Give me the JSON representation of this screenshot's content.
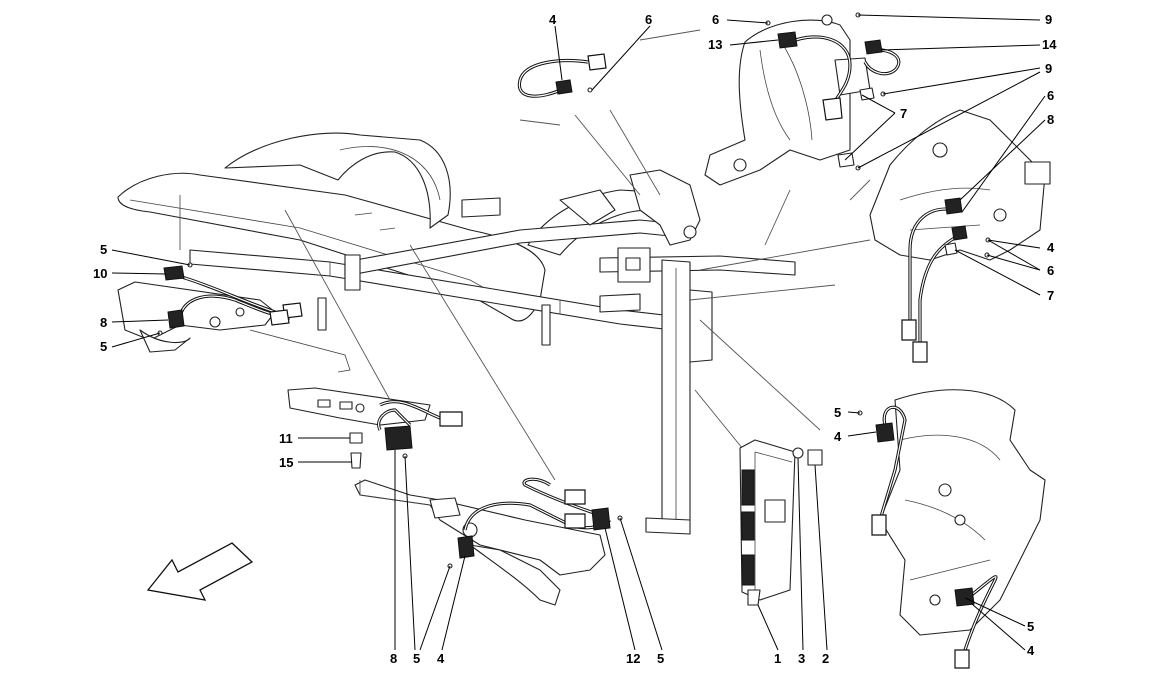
{
  "diagram": {
    "callouts": [
      {
        "id": "c1",
        "text": "4"
      },
      {
        "id": "c2",
        "text": "6"
      },
      {
        "id": "c3",
        "text": "6"
      },
      {
        "id": "c4",
        "text": "9"
      },
      {
        "id": "c5",
        "text": "13"
      },
      {
        "id": "c6",
        "text": "14"
      },
      {
        "id": "c7",
        "text": "9"
      },
      {
        "id": "c8",
        "text": "7"
      },
      {
        "id": "c9",
        "text": "6"
      },
      {
        "id": "c10",
        "text": "8"
      },
      {
        "id": "c11",
        "text": "4"
      },
      {
        "id": "c12",
        "text": "6"
      },
      {
        "id": "c13",
        "text": "7"
      },
      {
        "id": "c14",
        "text": "5"
      },
      {
        "id": "c15",
        "text": "10"
      },
      {
        "id": "c16",
        "text": "8"
      },
      {
        "id": "c17",
        "text": "5"
      },
      {
        "id": "c18",
        "text": "11"
      },
      {
        "id": "c19",
        "text": "15"
      },
      {
        "id": "c20",
        "text": "5"
      },
      {
        "id": "c21",
        "text": "4"
      },
      {
        "id": "c22",
        "text": "8"
      },
      {
        "id": "c23",
        "text": "5"
      },
      {
        "id": "c24",
        "text": "4"
      },
      {
        "id": "c25",
        "text": "12"
      },
      {
        "id": "c26",
        "text": "5"
      },
      {
        "id": "c27",
        "text": "1"
      },
      {
        "id": "c28",
        "text": "3"
      },
      {
        "id": "c29",
        "text": "2"
      },
      {
        "id": "c30",
        "text": "5"
      },
      {
        "id": "c31",
        "text": "4"
      }
    ],
    "direction_arrow": "front-direction-arrow"
  }
}
